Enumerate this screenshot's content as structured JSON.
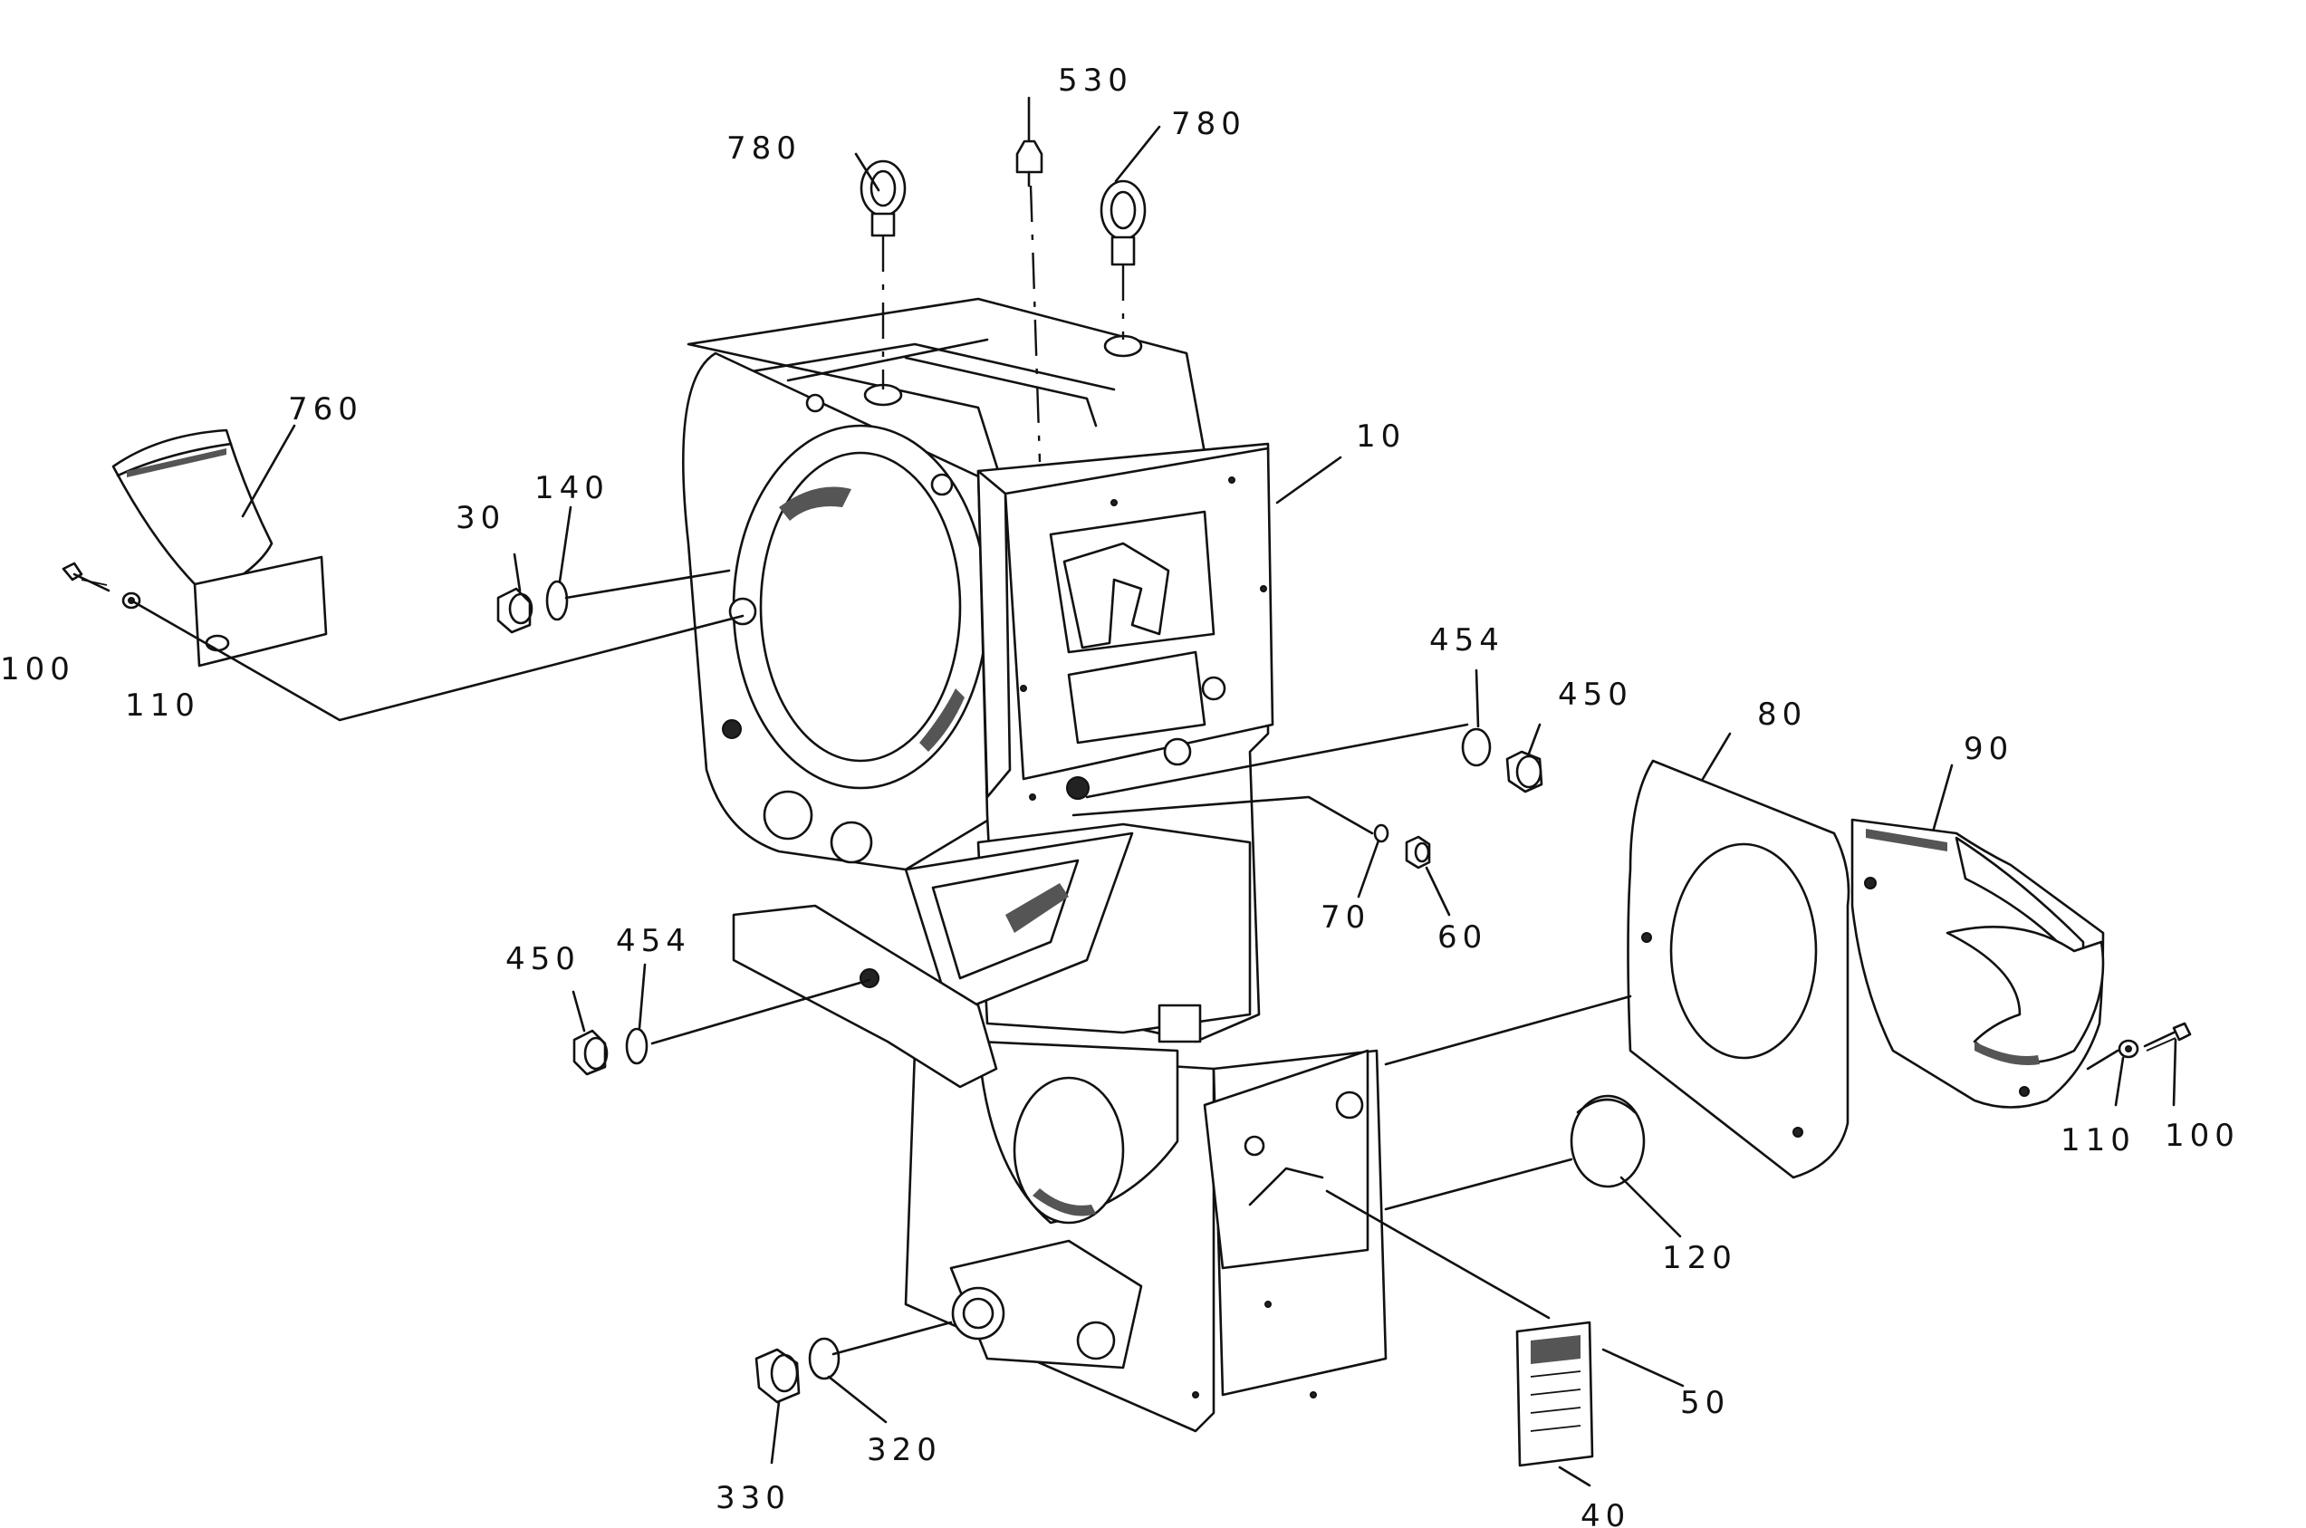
{
  "diagram": {
    "callouts": [
      {
        "id": "c530",
        "text": "530"
      },
      {
        "id": "c780a",
        "text": "780"
      },
      {
        "id": "c780b",
        "text": "780"
      },
      {
        "id": "c760",
        "text": "760"
      },
      {
        "id": "c10",
        "text": "10"
      },
      {
        "id": "c30",
        "text": "30"
      },
      {
        "id": "c140",
        "text": "140"
      },
      {
        "id": "c100a",
        "text": "100"
      },
      {
        "id": "c110a",
        "text": "110"
      },
      {
        "id": "c454a",
        "text": "454"
      },
      {
        "id": "c450a",
        "text": "450"
      },
      {
        "id": "c80",
        "text": "80"
      },
      {
        "id": "c90",
        "text": "90"
      },
      {
        "id": "c70",
        "text": "70"
      },
      {
        "id": "c60",
        "text": "60"
      },
      {
        "id": "c450b",
        "text": "450"
      },
      {
        "id": "c454b",
        "text": "454"
      },
      {
        "id": "c110b",
        "text": "110"
      },
      {
        "id": "c100b",
        "text": "100"
      },
      {
        "id": "c120",
        "text": "120"
      },
      {
        "id": "c50",
        "text": "50"
      },
      {
        "id": "c320",
        "text": "320"
      },
      {
        "id": "c330",
        "text": "330"
      },
      {
        "id": "c40",
        "text": "40"
      }
    ]
  }
}
